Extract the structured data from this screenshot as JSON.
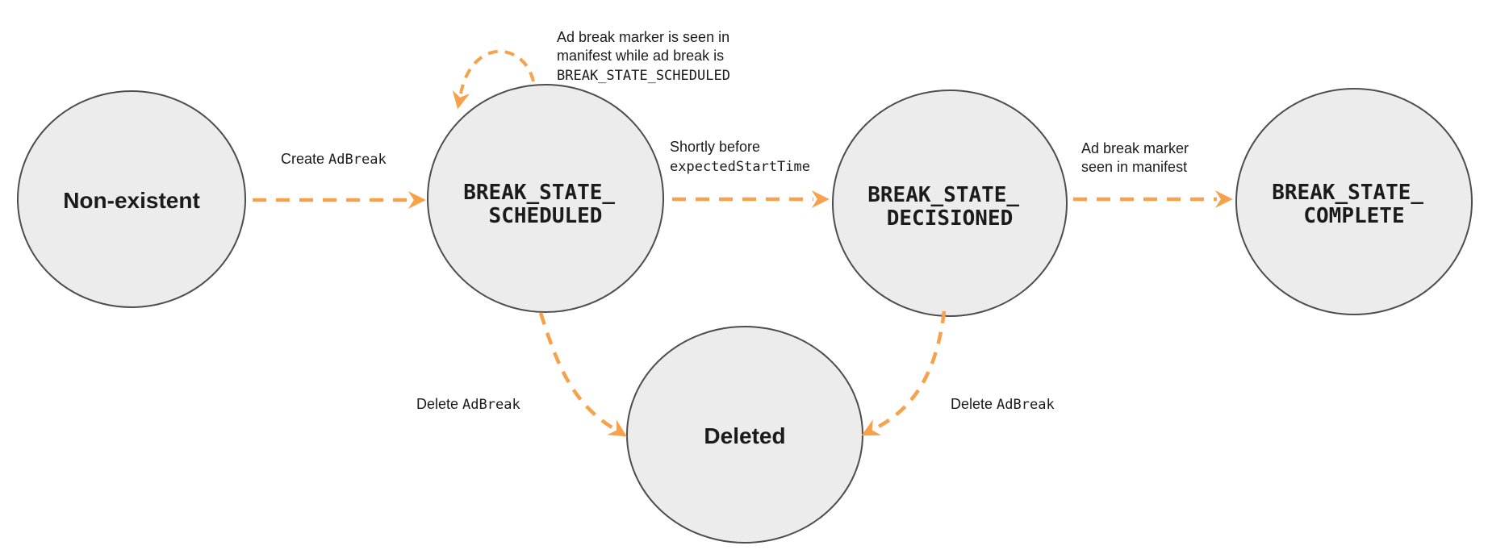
{
  "colors": {
    "arrow": "#F7A14B",
    "state_fill": "#ECECEC",
    "state_stroke": "#4D4D4D",
    "text": "#1B1B1B"
  },
  "states": {
    "non_existent": {
      "label": "Non-existent"
    },
    "scheduled": {
      "line1": "BREAK_STATE_",
      "line2": "SCHEDULED"
    },
    "decisioned": {
      "line1": "BREAK_STATE_",
      "line2": "DECISIONED"
    },
    "complete": {
      "line1": "BREAK_STATE_",
      "line2": "COMPLETE"
    },
    "deleted": {
      "label": "Deleted"
    }
  },
  "transitions": {
    "create": {
      "text": "Create ",
      "code": "AdBreak"
    },
    "self_loop": {
      "line1": "Ad break marker is seen in",
      "line2": "manifest while ad break is",
      "line3_code": "BREAK_STATE_SCHEDULED"
    },
    "decision": {
      "line1": "Shortly before",
      "line2_code": "expectedStartTime"
    },
    "complete": {
      "line1": "Ad break marker",
      "line2": "seen in manifest"
    },
    "delete_left": {
      "text": "Delete ",
      "code": "AdBreak"
    },
    "delete_right": {
      "text": "Delete ",
      "code": "AdBreak"
    }
  }
}
